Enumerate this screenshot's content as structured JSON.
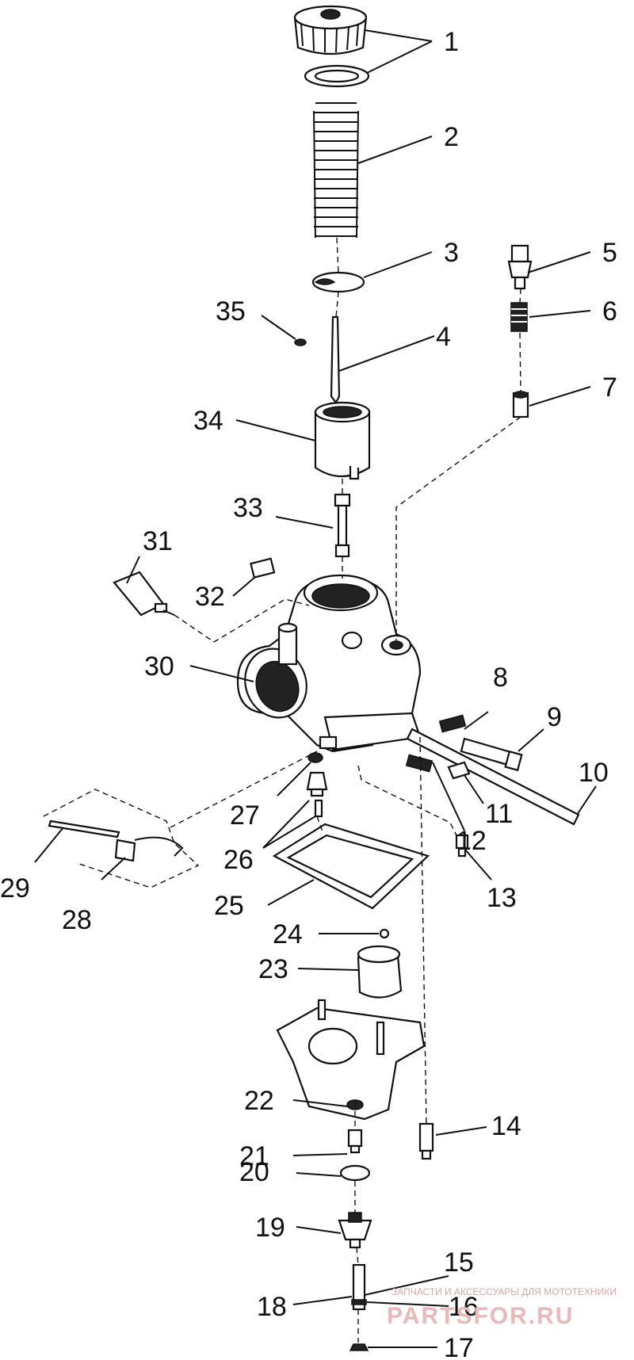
{
  "callouts": [
    {
      "id": "1",
      "text": "1"
    },
    {
      "id": "2",
      "text": "2"
    },
    {
      "id": "3",
      "text": "3"
    },
    {
      "id": "4",
      "text": "4"
    },
    {
      "id": "5",
      "text": "5"
    },
    {
      "id": "6",
      "text": "6"
    },
    {
      "id": "7",
      "text": "7"
    },
    {
      "id": "8",
      "text": "8"
    },
    {
      "id": "9",
      "text": "9"
    },
    {
      "id": "10",
      "text": "10"
    },
    {
      "id": "11",
      "text": "11"
    },
    {
      "id": "12",
      "text": "12"
    },
    {
      "id": "13",
      "text": "13"
    },
    {
      "id": "14",
      "text": "14"
    },
    {
      "id": "15",
      "text": "15"
    },
    {
      "id": "16",
      "text": "16"
    },
    {
      "id": "17",
      "text": "17"
    },
    {
      "id": "18",
      "text": "18"
    },
    {
      "id": "19",
      "text": "19"
    },
    {
      "id": "20",
      "text": "20"
    },
    {
      "id": "21",
      "text": "21"
    },
    {
      "id": "22",
      "text": "22"
    },
    {
      "id": "23",
      "text": "23"
    },
    {
      "id": "24",
      "text": "24"
    },
    {
      "id": "25",
      "text": "25"
    },
    {
      "id": "26",
      "text": "26"
    },
    {
      "id": "27",
      "text": "27"
    },
    {
      "id": "28",
      "text": "28"
    },
    {
      "id": "29",
      "text": "29"
    },
    {
      "id": "30",
      "text": "30"
    },
    {
      "id": "31",
      "text": "31"
    },
    {
      "id": "32",
      "text": "32"
    },
    {
      "id": "33",
      "text": "33"
    },
    {
      "id": "34",
      "text": "34"
    },
    {
      "id": "35",
      "text": "35"
    }
  ],
  "watermark": {
    "tagline": "ЗАПЧАСТИ И АКСЕССУАРЫ ДЛЯ МОТОТЕХНИКИ",
    "brand": "PARTSFOR.RU",
    "color": "#e9b9b9"
  }
}
